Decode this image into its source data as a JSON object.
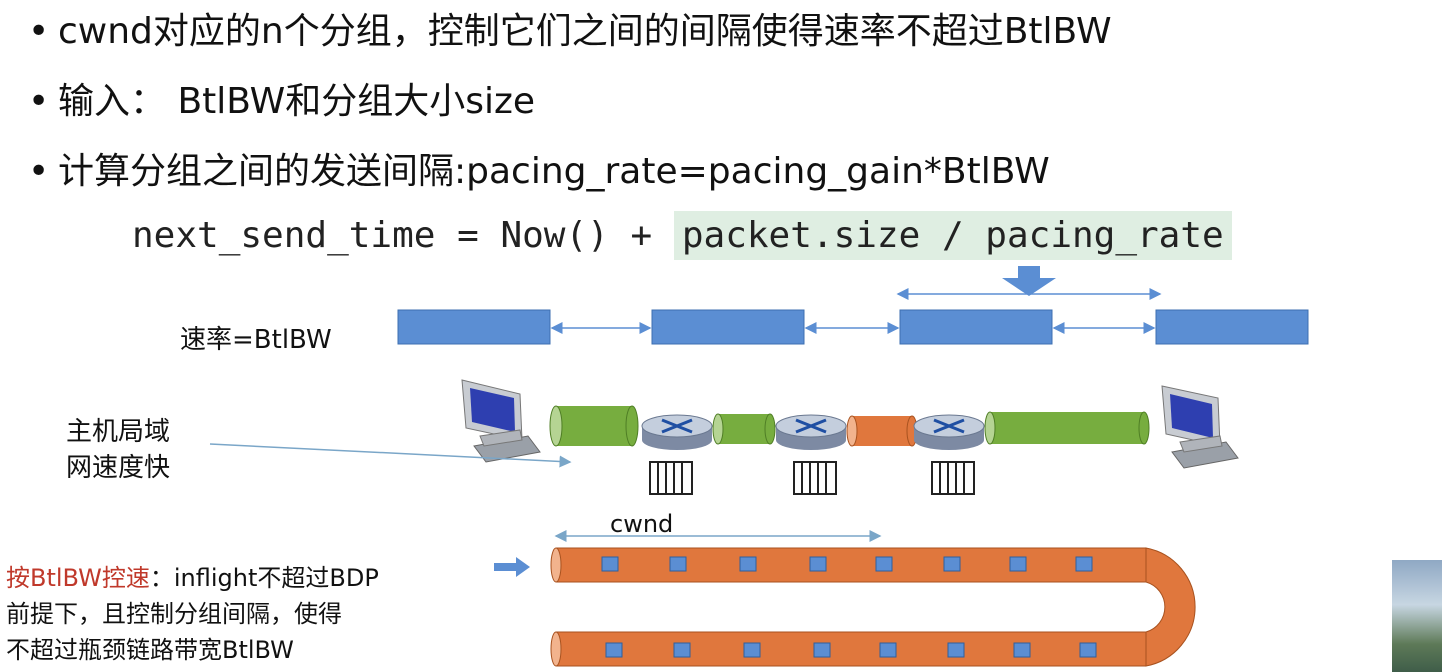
{
  "bullets": [
    {
      "text": "cwnd对应的n个分组，控制它们之间的间隔使得速率不超过BtlBW"
    },
    {
      "text": "输入： BtlBW和分组大小size"
    },
    {
      "text": "计算分组之间的发送间隔:pacing_rate=pacing_gain*BtlBW"
    }
  ],
  "formula": {
    "prefix": "next_send_time = Now() + ",
    "highlight": "packet.size / pacing_rate"
  },
  "rate_label": "速率=BtlBW",
  "lan_label": "主机局域\n网速度快",
  "cwnd_label": "cwnd",
  "note": {
    "red": "按BtlBW控速",
    "line1": "：inflight不超过BDP",
    "line2": "前提下，且控制分组间隔，使得",
    "line3": "不超过瓶颈链路带宽BtlBW"
  },
  "colors": {
    "packet_blue": "#5b8ed3",
    "pipe_green": "#77ad3f",
    "pipe_orange": "#e0773d",
    "highlight": "#dfeee2",
    "red_text": "#c0392b"
  }
}
